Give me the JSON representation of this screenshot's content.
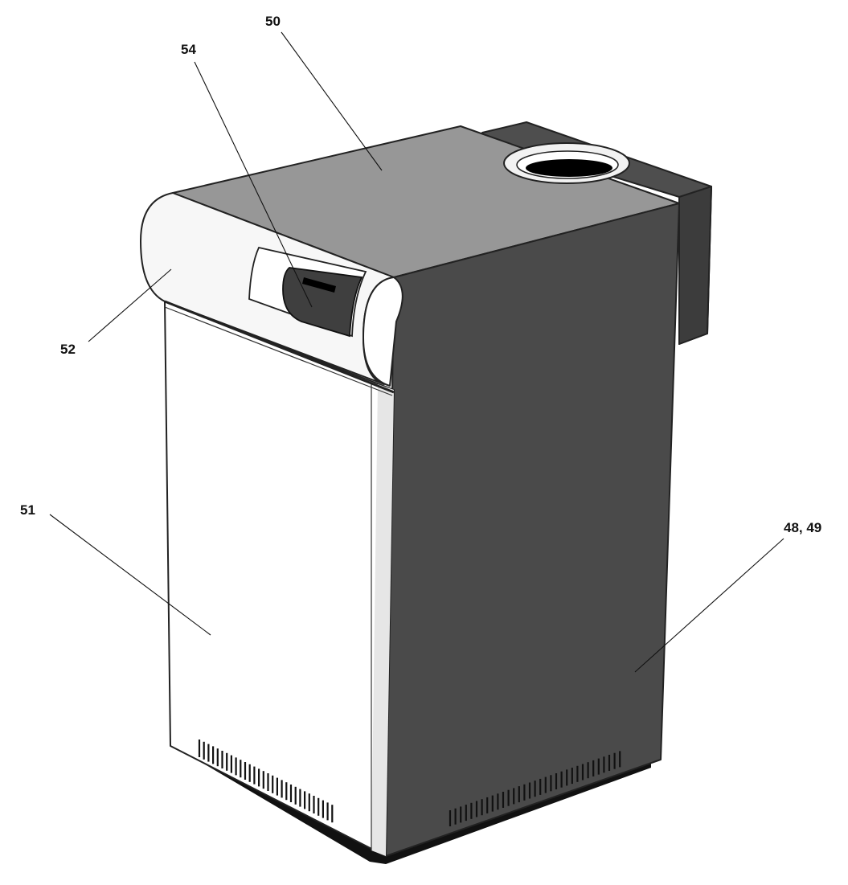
{
  "figure": {
    "callouts": [
      {
        "id": "top-cover",
        "text": "50"
      },
      {
        "id": "control-knob",
        "text": "54"
      },
      {
        "id": "control-panel",
        "text": "52"
      },
      {
        "id": "front-panel",
        "text": "51"
      },
      {
        "id": "side-panels",
        "text": "48, 49"
      }
    ],
    "colors": {
      "side_panel": "#4a4a4a",
      "top_cover": "#979797",
      "front_panel": "#ffffff",
      "outline": "#222222"
    }
  }
}
